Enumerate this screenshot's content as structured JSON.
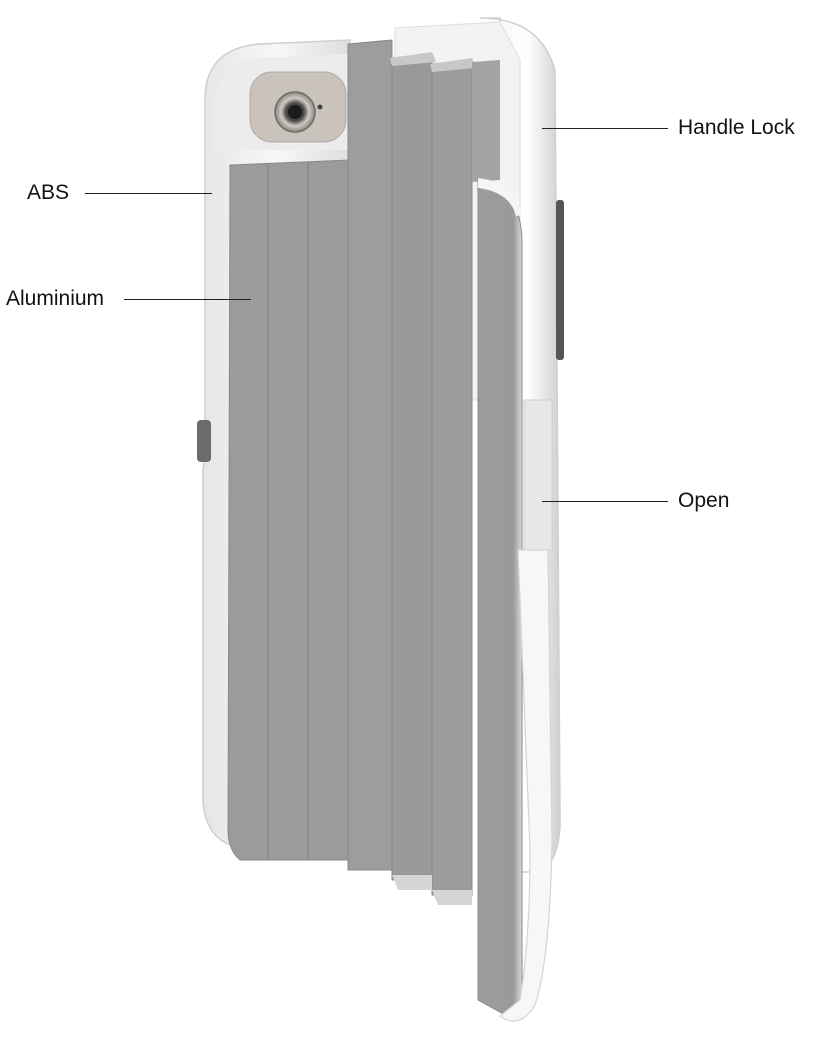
{
  "callouts": {
    "abs": "ABS",
    "aluminium": "Aluminium",
    "handle_lock": "Handle Lock",
    "open": "Open"
  },
  "colors": {
    "shell": "#f1f1f1",
    "shell_edge": "#d9d9d9",
    "aluminium": "#9a9a9a",
    "aluminium_dark": "#7f7f7f",
    "camera_ring": "#8a8580",
    "leader_line": "#222222",
    "label_text": "#111111"
  },
  "icons": {
    "product": "phone-case-with-telescopic-selfie-handle"
  }
}
